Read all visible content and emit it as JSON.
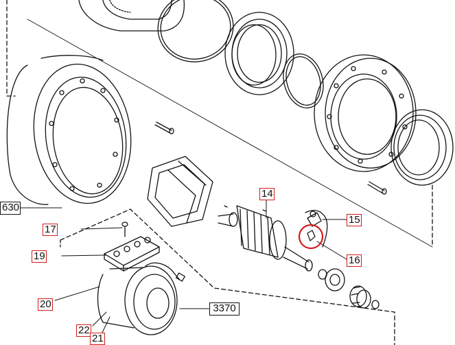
{
  "diagram": {
    "callouts": {
      "c14": "14",
      "c15": "15",
      "c16": "16",
      "c17": "17",
      "c19": "19",
      "c20": "20",
      "c21": "21",
      "c22": "22",
      "c3370": "3370",
      "c630": "630"
    },
    "highlight_color": "#d21b1b",
    "callout_border_color": "#d21b1b"
  }
}
